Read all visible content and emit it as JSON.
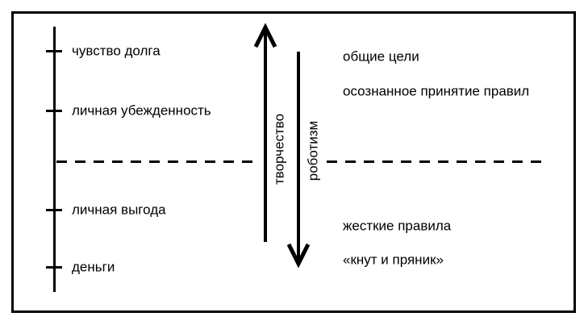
{
  "figure": {
    "language": "ru",
    "colors": {
      "ink": "#000000",
      "background": "#ffffff"
    },
    "left_axis": {
      "ticks": [
        {
          "label": "чувство долга"
        },
        {
          "label": "личная убежденность"
        },
        {
          "label": "личная выгода"
        },
        {
          "label": "деньги"
        }
      ]
    },
    "arrows": {
      "up": {
        "label": "творчество",
        "direction": "up"
      },
      "down": {
        "label": "роботизм",
        "direction": "down"
      }
    },
    "right_column": {
      "above_line": [
        {
          "label": "общие цели"
        },
        {
          "label": "осознанное принятие правил"
        }
      ],
      "below_line": [
        {
          "label": "жесткие правила"
        },
        {
          "label": "«кнут и пряник»"
        }
      ]
    }
  }
}
